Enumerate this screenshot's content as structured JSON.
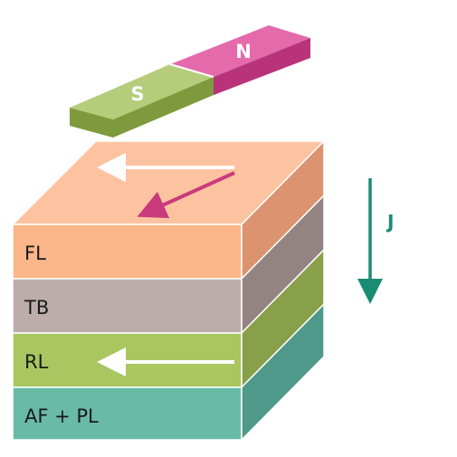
{
  "magnet": {
    "south_label": "S",
    "north_label": "N",
    "colors": {
      "south_top": "#b5cc7a",
      "south_front": "#7e9a3c",
      "north_top": "#e46aab",
      "north_front": "#b8337a"
    }
  },
  "stack": {
    "layers": [
      {
        "label": "FL",
        "front": "#fbb68a",
        "side": "#dc9470"
      },
      {
        "label": "TB",
        "front": "#bcacaa",
        "side": "#938482"
      },
      {
        "label": "RL",
        "front": "#a9c660",
        "side": "#89a04a"
      },
      {
        "label": "AF + PL",
        "front": "#69bba8",
        "side": "#4f998a"
      }
    ],
    "top_color": "#fdc3a1"
  },
  "current": {
    "label": "J",
    "color": "#1a8c74"
  },
  "arrows": {
    "magnetization_color": "#ffffff",
    "tilted_color": "#c93a7c"
  }
}
